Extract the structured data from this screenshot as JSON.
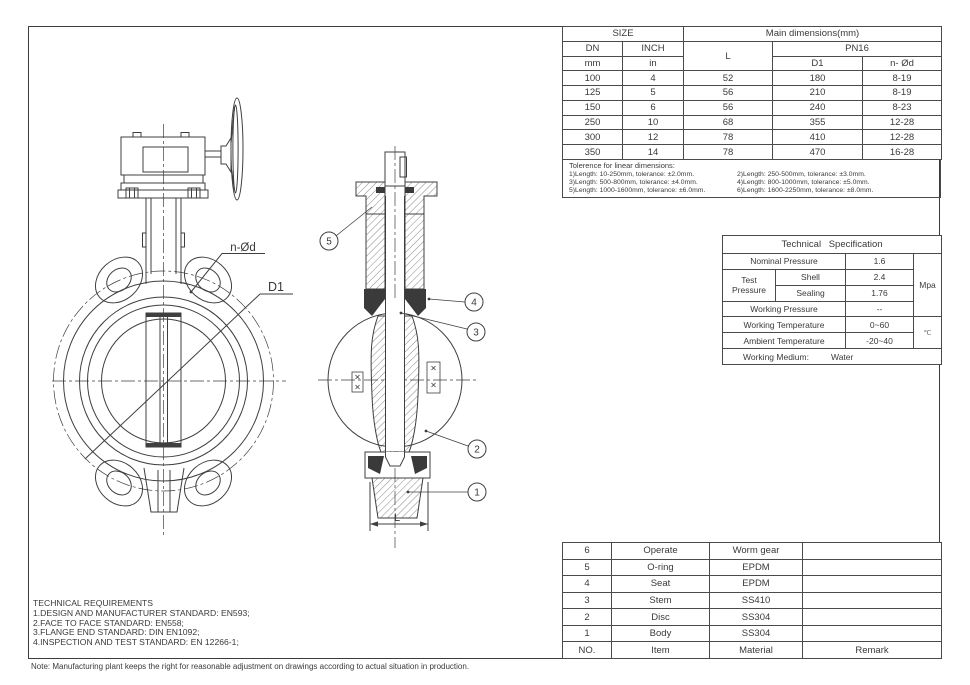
{
  "size_table": {
    "h_size": "SIZE",
    "h_main": "Main dimensions(mm)",
    "h_dn": "DN",
    "h_inch": "INCH",
    "h_l": "L",
    "h_pn16": "PN16",
    "h_mm": "mm",
    "h_in": "in",
    "h_d1": "D1",
    "h_nod": "n- Ød",
    "rows": [
      {
        "dn": "100",
        "inch": "4",
        "l": "52",
        "d1": "180",
        "nod": "8-19"
      },
      {
        "dn": "125",
        "inch": "5",
        "l": "56",
        "d1": "210",
        "nod": "8-19"
      },
      {
        "dn": "150",
        "inch": "6",
        "l": "56",
        "d1": "240",
        "nod": "8-23"
      },
      {
        "dn": "250",
        "inch": "10",
        "l": "68",
        "d1": "355",
        "nod": "12-28"
      },
      {
        "dn": "300",
        "inch": "12",
        "l": "78",
        "d1": "410",
        "nod": "12-28"
      },
      {
        "dn": "350",
        "inch": "14",
        "l": "78",
        "d1": "470",
        "nod": "16-28"
      }
    ]
  },
  "tolerance": {
    "title": "Tolerence for linear dimensions:",
    "items": [
      "1)Length: 10-250mm, tolerance: ±2.0mm.",
      "2)Length: 250-500mm, tolerance: ±3.0mm.",
      "3)Length: 500-800mm, tolerance: ±4.0mm.",
      "4)Length: 800-1000mm, tolerance: ±5.0mm.",
      "5)Length: 1000-1600mm, tolerance: ±6.0mm.",
      "6)Length: 1600-2250mm, tolerance: ±8.0mm."
    ]
  },
  "spec": {
    "title": "Technical Specification",
    "nominal_label": "Nominal Pressure",
    "nominal_value": "1.6",
    "test_label": "Test Pressure",
    "shell_label": "Shell",
    "shell_value": "2.4",
    "sealing_label": "Sealing",
    "sealing_value": "1.76",
    "wp_label": "Working Pressure",
    "wp_value": "--",
    "wt_label": "Working Temperature",
    "wt_value": "0~60",
    "at_label": "Ambient Temperature",
    "at_value": "-20~40",
    "medium_label": "Working Medium:",
    "medium_value": "Water",
    "unit_pressure": "Mpa",
    "unit_temp": "℃"
  },
  "parts": {
    "header": {
      "no": "NO.",
      "item": "Item",
      "material": "Material",
      "remark": "Remark"
    },
    "rows": [
      {
        "no": "6",
        "item": "Operate",
        "material": "Worm gear",
        "remark": ""
      },
      {
        "no": "5",
        "item": "O-ring",
        "material": "EPDM",
        "remark": ""
      },
      {
        "no": "4",
        "item": "Seat",
        "material": "EPDM",
        "remark": ""
      },
      {
        "no": "3",
        "item": "Stem",
        "material": "SS410",
        "remark": ""
      },
      {
        "no": "2",
        "item": "Disc",
        "material": "SS304",
        "remark": ""
      },
      {
        "no": "1",
        "item": "Body",
        "material": "SS304",
        "remark": ""
      }
    ]
  },
  "tech": {
    "title": "TECHNICAL REQUIREMENTS",
    "items": [
      "1.DESIGN AND MANUFACTURER STANDARD: EN593;",
      "2.FACE TO FACE STANDARD: EN558;",
      "3.FLANGE END STANDARD: DIN EN1092;",
      "4.INSPECTION AND TEST STANDARD: EN 12266-1;"
    ]
  },
  "note": "Note: Manufacturing plant keeps the right for reasonable adjustment on drawings according to actual situation in production.",
  "drawing": {
    "labels": {
      "bolt_holes": "n-Ød",
      "bolt_circle": "D1",
      "length_dim": "L"
    },
    "callouts": {
      "c1": "1",
      "c2": "2",
      "c3": "3",
      "c4": "4",
      "c5": "5"
    }
  }
}
